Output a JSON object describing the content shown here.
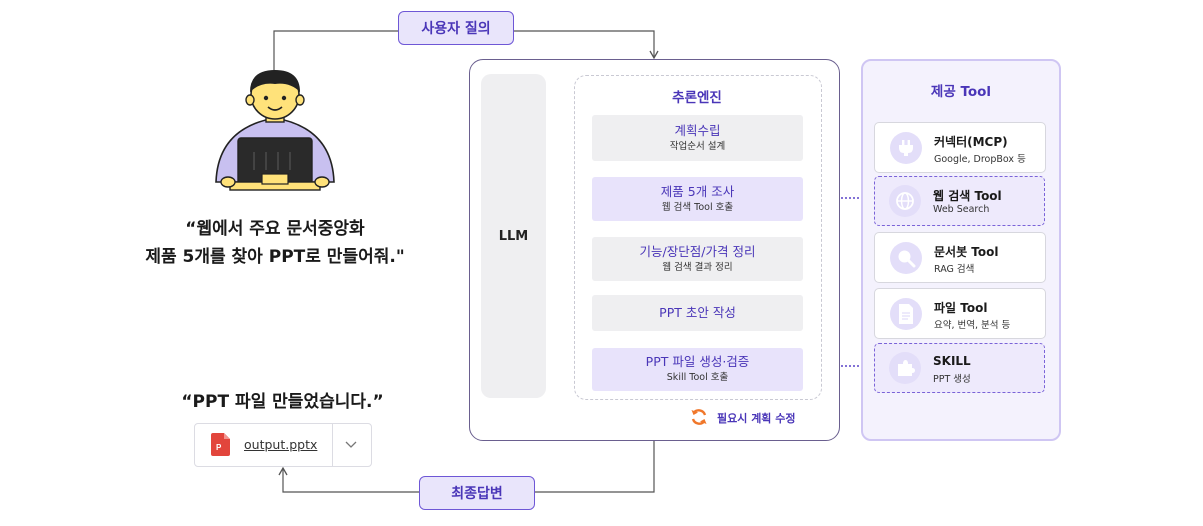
{
  "labels": {
    "user_query": "사용자 질의",
    "final_answer": "최종답변"
  },
  "user": {
    "quote_line1": "“웹에서 주요 문서중앙화",
    "quote_line2": "제품 5개를 찾아 PPT로 만들어줘.\""
  },
  "result": {
    "quote": "“PPT 파일 만들었습니다.”",
    "file_name": "output.pptx"
  },
  "llm": {
    "label": "LLM"
  },
  "engine": {
    "title": "추론엔진",
    "steps": [
      {
        "title": "계획수립",
        "subtitle": "작업순서 설계"
      },
      {
        "title": "제품 5개 조사",
        "subtitle": "웹 검색 Tool 호출"
      },
      {
        "title": "기능/장단점/가격 정리",
        "subtitle": "웹 검색 결과 정리"
      },
      {
        "title": "PPT 초안 작성",
        "subtitle": ""
      },
      {
        "title": "PPT 파일 생성·검증",
        "subtitle": "Skill Tool 호출"
      }
    ],
    "replan": "필요시 계획 수정"
  },
  "tools": {
    "title": "제공 Tool",
    "items": [
      {
        "name": "커넥터(MCP)",
        "desc": "Google, DropBox 등",
        "icon": "plug-icon"
      },
      {
        "name": "웹 검색 Tool",
        "desc": "Web Search",
        "icon": "globe-icon"
      },
      {
        "name": "문서봇 Tool",
        "desc": "RAG 검색",
        "icon": "magnifier-icon"
      },
      {
        "name": "파일 Tool",
        "desc": "요약, 번역, 분석 등",
        "icon": "document-icon"
      },
      {
        "name": "SKILL",
        "desc": "PPT 생성",
        "icon": "puzzle-icon"
      }
    ]
  },
  "colors": {
    "accent": "#4a36b8",
    "pill_bg": "#e9e5fb",
    "step_active_bg": "#e8e3fb",
    "replan_orange": "#f0772a"
  }
}
